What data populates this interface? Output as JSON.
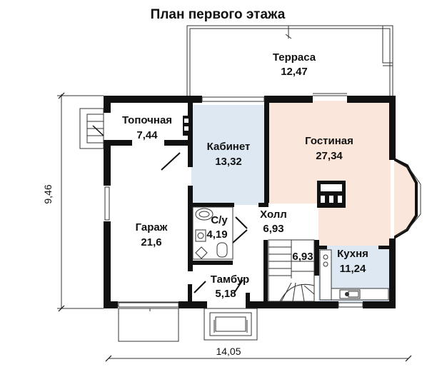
{
  "title": "План первого этажа",
  "rooms": {
    "terrace": {
      "name": "Терраса",
      "area": "12,47"
    },
    "boiler": {
      "name": "Топочная",
      "area": "7,44"
    },
    "office": {
      "name": "Кабинет",
      "area": "13,32"
    },
    "living": {
      "name": "Гостиная",
      "area": "27,34"
    },
    "garage": {
      "name": "Гараж",
      "area": "21,6"
    },
    "bathroom": {
      "name": "С/у",
      "area": "4,19"
    },
    "hall": {
      "name": "Холл",
      "area": "6,93"
    },
    "stair": {
      "area": "6,93"
    },
    "kitchen": {
      "name": "Кухня",
      "area": "11,24"
    },
    "vestibule": {
      "name": "Тамбур",
      "area": "5,18"
    }
  },
  "dimensions": {
    "height": "9,46",
    "width": "14,05"
  },
  "colors": {
    "office_fill": "#dde8f2",
    "living_fill": "#fbe6dc",
    "kitchen_fill": "#dde8f2",
    "wall": "#111111"
  }
}
